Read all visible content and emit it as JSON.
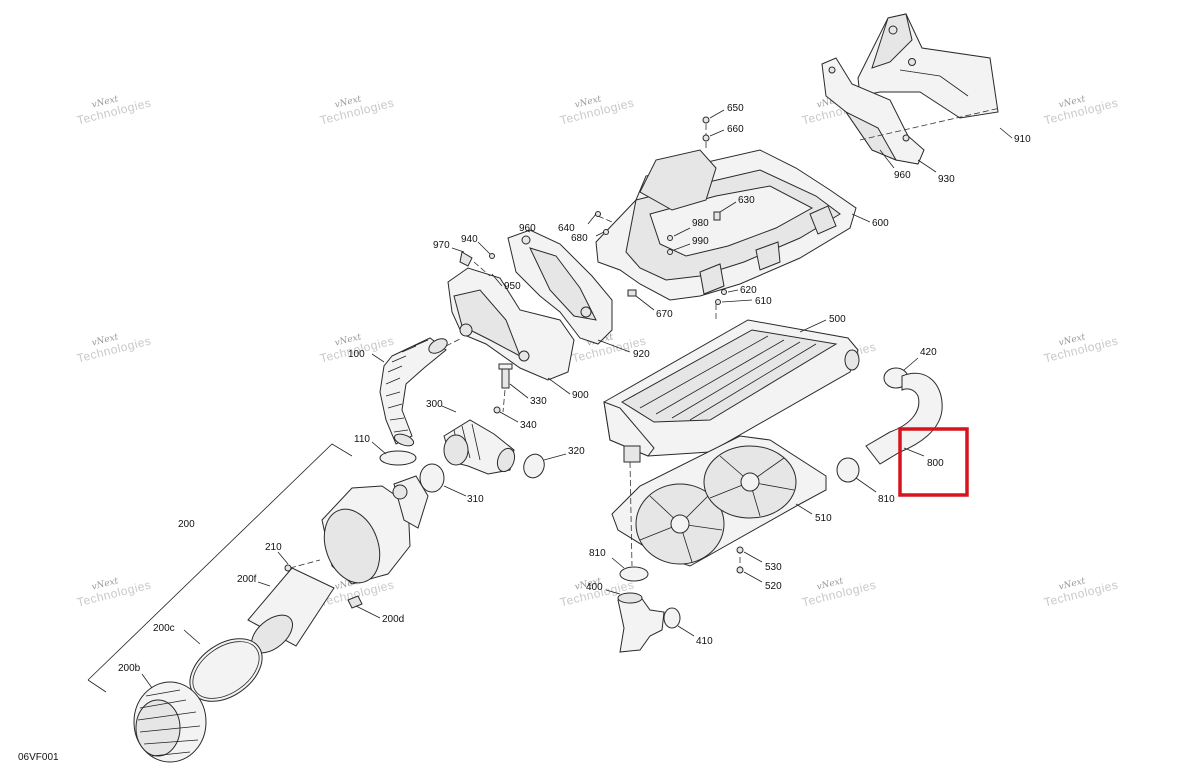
{
  "figure_code": "06VF001",
  "watermark": {
    "line1": "vNext",
    "line2": "Technologies"
  },
  "highlight": {
    "part": "800",
    "color": "#d5141d"
  },
  "callouts": {
    "c650": "650",
    "c660": "660",
    "c640": "640",
    "c680": "680",
    "c630": "630",
    "c980": "980",
    "c990": "990",
    "c600": "600",
    "c620": "620",
    "c610": "610",
    "c670": "670",
    "c910": "910",
    "c960a": "960",
    "c930": "930",
    "c970": "970",
    "c940": "940",
    "c960b": "960",
    "c950": "950",
    "c920": "920",
    "c900": "900",
    "c100": "100",
    "c330": "330",
    "c340": "340",
    "c300": "300",
    "c320": "320",
    "c310": "310",
    "c110": "110",
    "c500": "500",
    "c420": "420",
    "c800": "800",
    "c810a": "810",
    "c510": "510",
    "c810b": "810",
    "c530": "530",
    "c520": "520",
    "c400": "400",
    "c410": "410",
    "c200": "200",
    "c210": "210",
    "c200f": "200f",
    "c200d": "200d",
    "c200c": "200c",
    "c200b": "200b"
  }
}
